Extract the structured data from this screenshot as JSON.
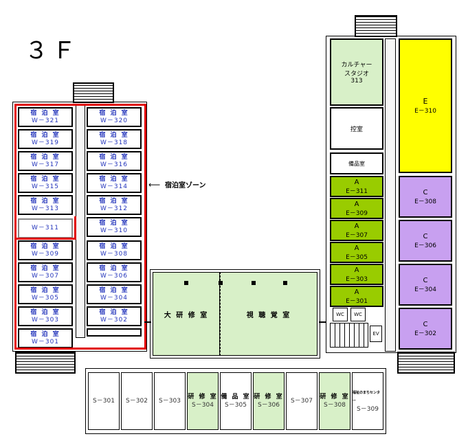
{
  "floor": "３Ｆ",
  "zone_label": "宿泊室ゾーン",
  "lodging_name": "宿 泊 室",
  "west_left": [
    "W－321",
    "W－319",
    "W－317",
    "W－315",
    "W－313",
    "W－311",
    "W－309",
    "W－307",
    "W－305",
    "W－303",
    "W－301"
  ],
  "west_right": [
    "W－320",
    "W－318",
    "W－316",
    "W－314",
    "W－312",
    "W－310",
    "W－308",
    "W－306",
    "W－304",
    "W－302"
  ],
  "great_hall": "大 研 修 室",
  "av_room": "視 聴 覚 室",
  "culture_studio": {
    "line1": "カルチャー",
    "line2": "スタジオ",
    "line3": "313"
  },
  "control_room": "控室",
  "storage_east": "備品室",
  "e_room": {
    "letter": "E",
    "no": "E－310"
  },
  "a_rooms": [
    {
      "letter": "A",
      "no": "E－311"
    },
    {
      "letter": "A",
      "no": "E－309"
    },
    {
      "letter": "A",
      "no": "E－307"
    },
    {
      "letter": "A",
      "no": "E－305"
    },
    {
      "letter": "A",
      "no": "E－303"
    },
    {
      "letter": "A",
      "no": "E－301"
    }
  ],
  "c_rooms": [
    {
      "letter": "C",
      "no": "E－308"
    },
    {
      "letter": "C",
      "no": "E－306"
    },
    {
      "letter": "C",
      "no": "E－304"
    },
    {
      "letter": "C",
      "no": "E－302"
    }
  ],
  "wc1": "WC",
  "wc2": "WC",
  "ev": "EV",
  "south_rooms": [
    {
      "title": "",
      "no": "S－301",
      "color": "#ffffff"
    },
    {
      "title": "",
      "no": "S－302",
      "color": "#ffffff"
    },
    {
      "title": "",
      "no": "S－303",
      "color": "#ffffff"
    },
    {
      "title": "研 修 室",
      "no": "S－304",
      "color": "#d8f0c8"
    },
    {
      "title": "備 品 室",
      "no": "S－305",
      "color": "#ffffff"
    },
    {
      "title": "研 修 室",
      "no": "S－306",
      "color": "#d8f0c8"
    },
    {
      "title": "",
      "no": "S－307",
      "color": "#ffffff"
    },
    {
      "title": "研 修 室",
      "no": "S－308",
      "color": "#d8f0c8"
    },
    {
      "title": "福祉のまちセンター",
      "no": "S－309",
      "color": "#ffffff"
    }
  ],
  "colors": {
    "red": "#e00000",
    "yellow": "#ffff00",
    "a_green": "#99cc00",
    "light_green": "#d8f0c8",
    "purple": "#c8a0f0",
    "lodging_text": "#2233bb"
  }
}
